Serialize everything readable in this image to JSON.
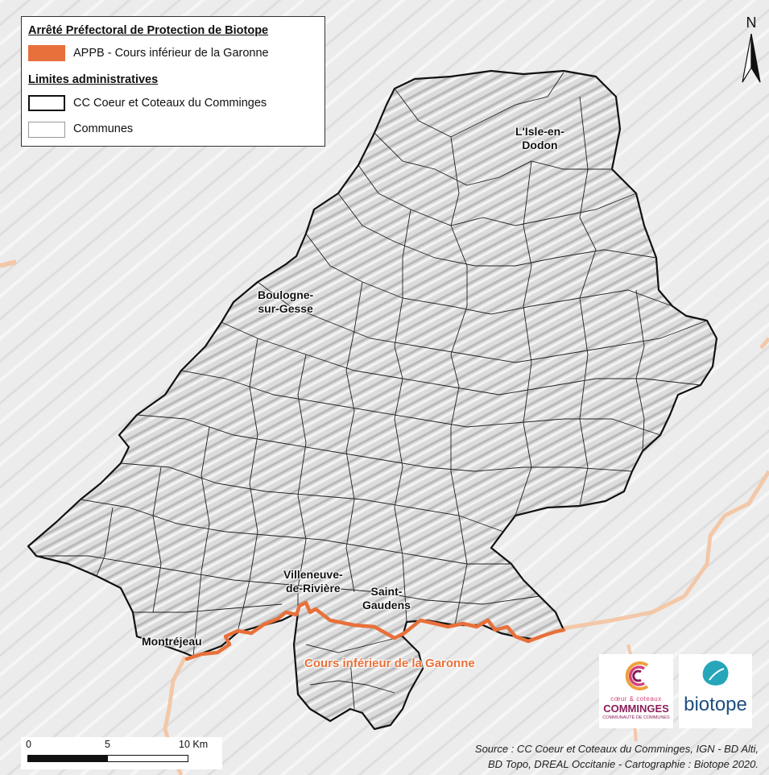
{
  "legend": {
    "heading_1": "Arrêté Préfectoral de Protection de Biotope",
    "item_appb": "APPB - Cours inférieur de la Garonne",
    "heading_2": "Limites administratives",
    "item_cc": "CC Coeur et Coteaux du Comminges",
    "item_communes": "Communes"
  },
  "places": {
    "lisle": "L'Isle-en-\nDodon",
    "boulogne": "Boulogne-\nsur-Gesse",
    "villeneuve": "Villeneuve-\nde-Rivière",
    "saintgaudens": "Saint-\nGaudens",
    "montrejeau": "Montréjeau"
  },
  "river_label": "Cours inférieur de la Garonne",
  "north_label": "N",
  "scale": {
    "label_0": "0",
    "label_5": "5",
    "label_10": "10 Km"
  },
  "logos": {
    "cc_line1": "cœur & coteaux",
    "cc_line2": "COMMINGES",
    "cc_line3": "COMMUNAUTÉ DE COMMUNES",
    "biotope": "biotope"
  },
  "source": {
    "line1": "Source : CC Coeur et Coteaux du Comminges, IGN - BD Alti,",
    "line2": "BD Topo, DREAL Occitanie - Cartographie : Biotope 2020."
  },
  "colors": {
    "appb": "#e8703a",
    "territory_fill": "#d8d8d8",
    "outside_fill": "#ececec",
    "river_outside": "#f3c8a8",
    "boundary": "#111111"
  }
}
